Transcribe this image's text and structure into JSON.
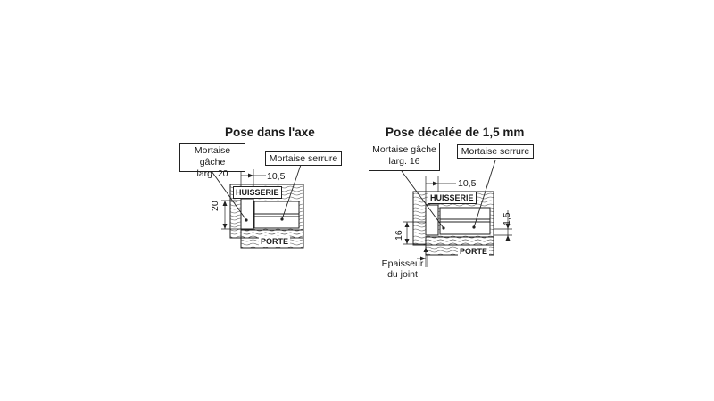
{
  "left": {
    "title": "Pose dans l'axe",
    "box_gache_line1": "Mortaise gâche",
    "box_gache_line2": "larg. 20",
    "box_serrure": "Mortaise serrure",
    "dim_top": "10,5",
    "dim_side": "20",
    "label_frame": "HUISSERIE",
    "label_door": "PORTE"
  },
  "right": {
    "title": "Pose décalée de 1,5 mm",
    "box_gache_line1": "Mortaise gâche",
    "box_gache_line2": "larg. 16",
    "box_serrure": "Mortaise serrure",
    "dim_top": "10,5",
    "dim_side": "16",
    "dim_offset": "1,5",
    "label_frame": "HUISSERIE",
    "label_door": "PORTE",
    "joint_line1": "Epaisseur",
    "joint_line2": "du joint"
  }
}
